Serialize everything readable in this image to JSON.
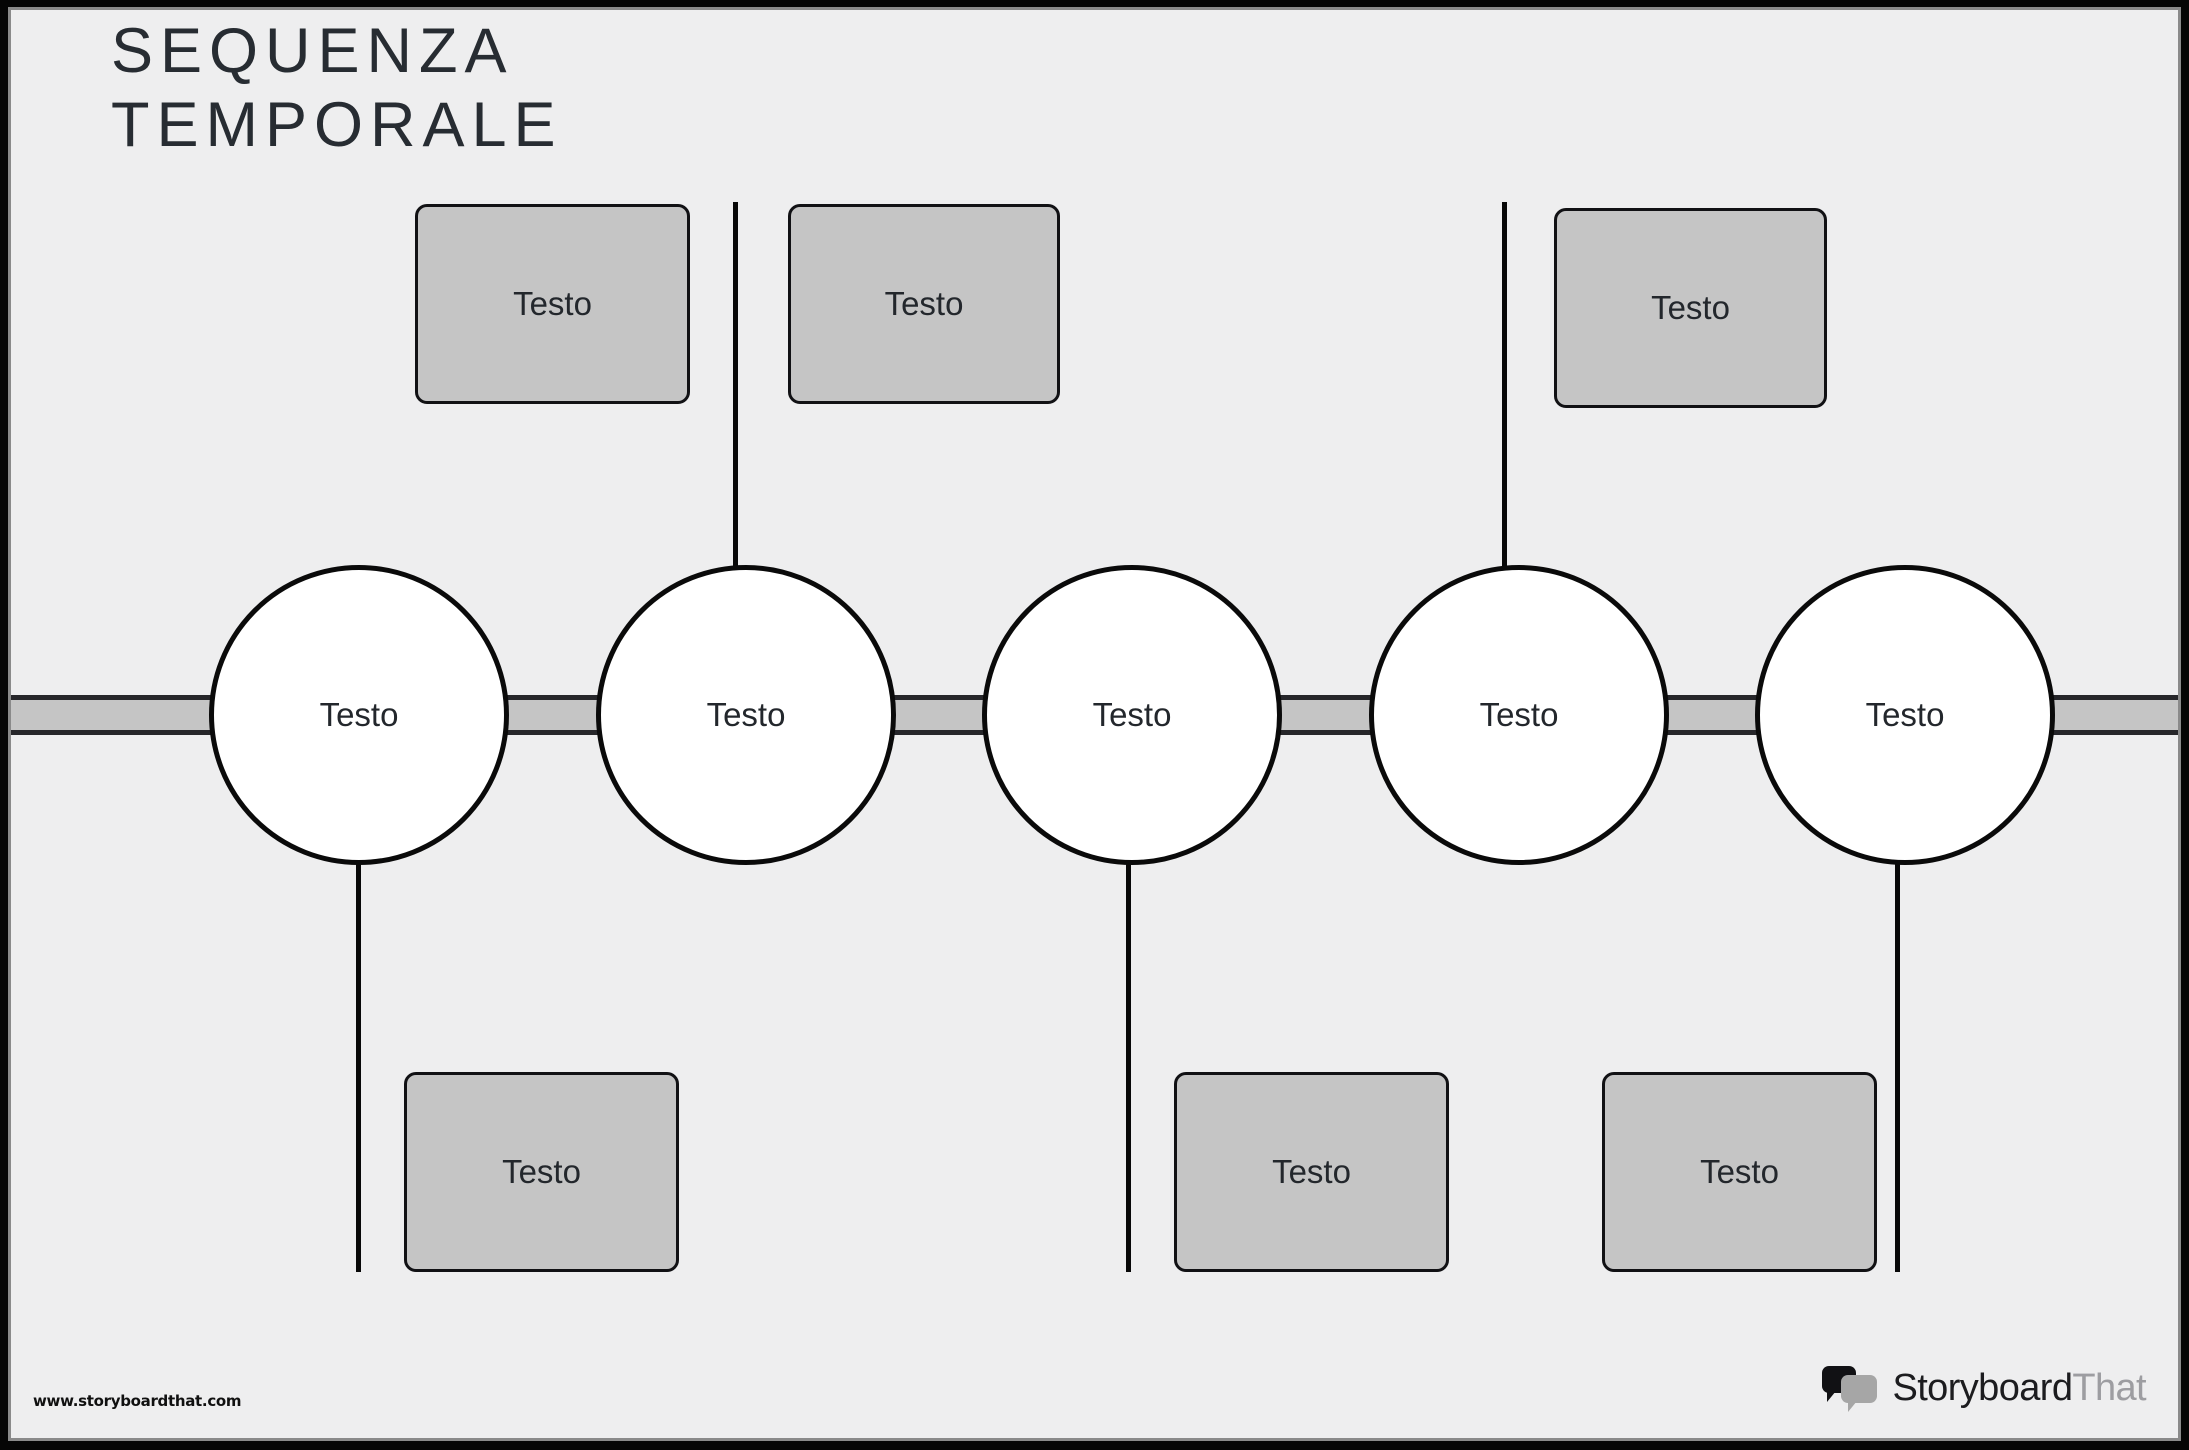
{
  "poster": {
    "title": "SEQUENZA\nTEMPORALE",
    "background_color": "#eeeeef",
    "frame_color": "#050505"
  },
  "timeline": {
    "axis_color_fill": "#c5c5c5",
    "axis_color_line": "#26262a",
    "node_fill": "#ffffff",
    "node_border": "#0a0a0a",
    "nodes": [
      {
        "label": "Testo"
      },
      {
        "label": "Testo"
      },
      {
        "label": "Testo"
      },
      {
        "label": "Testo"
      },
      {
        "label": "Testo"
      }
    ]
  },
  "boxes": {
    "fill": "#c5c5c5",
    "border": "#111114",
    "top": [
      {
        "label": "Testo"
      },
      {
        "label": "Testo"
      },
      {
        "label": "Testo"
      }
    ],
    "bottom": [
      {
        "label": "Testo"
      },
      {
        "label": "Testo"
      },
      {
        "label": "Testo"
      }
    ]
  },
  "footer": {
    "site_url": "www.storyboardthat.com",
    "brand_primary": "Storyboard",
    "brand_secondary": "That",
    "brand_icon": "speech-bubbles-icon"
  }
}
